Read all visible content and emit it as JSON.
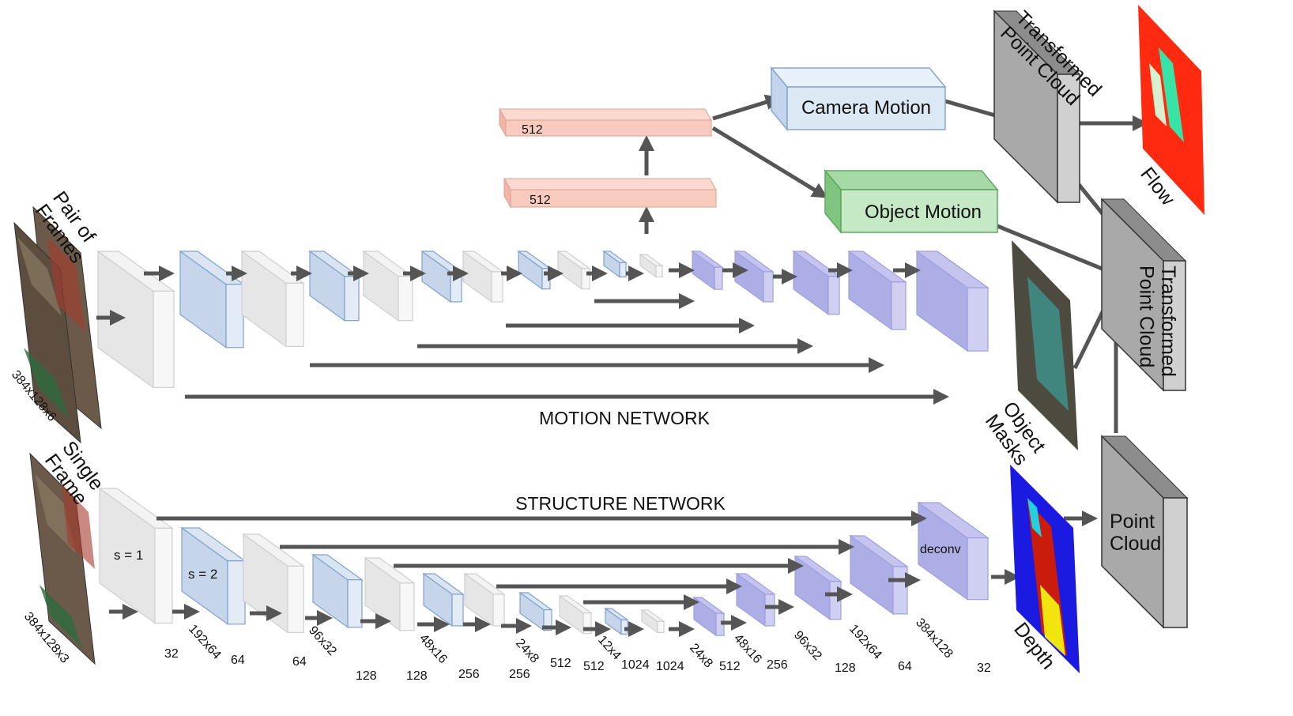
{
  "colors": {
    "gray_layer": "#e8e8e8",
    "blue_layer": "#c9d7ea",
    "purple_layer": "#aeaee6",
    "fc_layer": "#f9cbbf",
    "camera_box": "#dde8f5",
    "object_box": "#b5e3b5",
    "point_cloud": "#a9a9a9",
    "arrow": "#555555"
  },
  "input_pair": {
    "label": "Pair of\nFrames",
    "dims": "384x128x6"
  },
  "input_single": {
    "label": "Single\nFrame",
    "dims": "384x128x3"
  },
  "motion_network": {
    "label": "MOTION NETWORK"
  },
  "structure_network": {
    "label": "STRUCTURE NETWORK"
  },
  "fc_layers": [
    "512",
    "512"
  ],
  "camera_motion": "Camera Motion",
  "object_motion": "Object Motion",
  "transformed_point_cloud_top": "Transformed\nPoint Cloud",
  "transformed_point_cloud_right": "Transformed\nPoint Cloud",
  "point_cloud": "Point\nCloud",
  "object_masks": "Object\nMasks",
  "flow": "Flow",
  "depth": "Depth",
  "stride_labels": [
    "s  = 1",
    "s = 2"
  ],
  "deconv_label": "deconv",
  "structure_dims": [
    "192x64",
    "96x32",
    "48x16",
    "24x8",
    "12x4",
    "24x8",
    "48x16",
    "96x32",
    "192x64",
    "384x128"
  ],
  "structure_channels": [
    "32",
    "64",
    "64",
    "128",
    "128",
    "256",
    "256",
    "512",
    "512",
    "1024",
    "1024",
    "512",
    "256",
    "128",
    "64",
    "32"
  ]
}
